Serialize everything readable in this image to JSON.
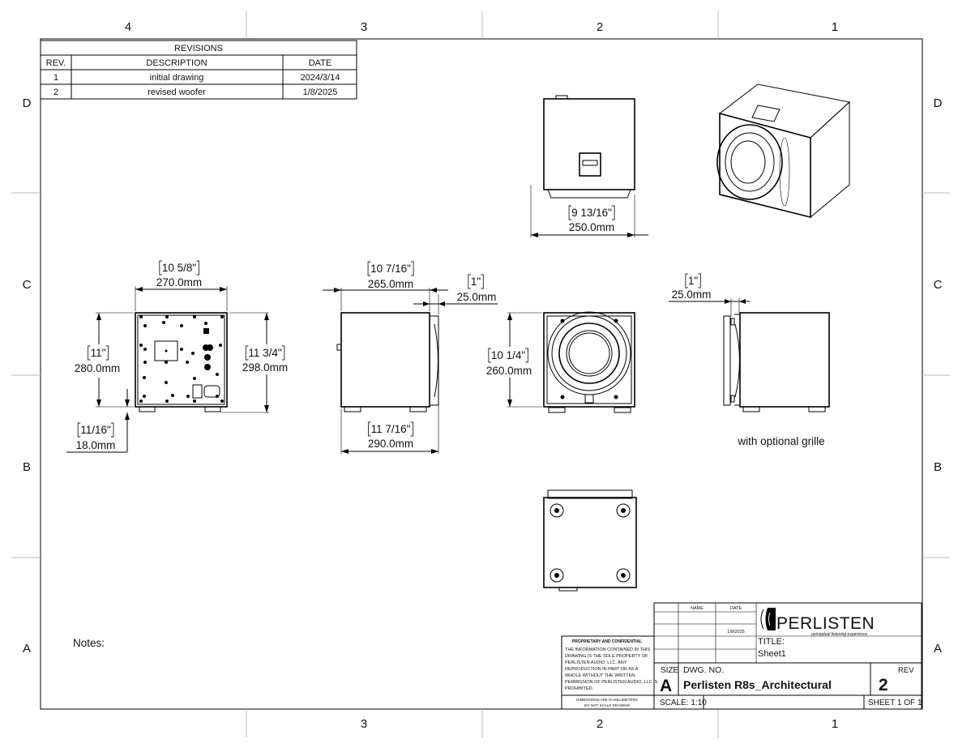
{
  "zones": {
    "top": [
      "4",
      "3",
      "2",
      "1"
    ],
    "bottom": [
      "3",
      "2",
      "1"
    ],
    "rows": [
      "D",
      "C",
      "B",
      "A"
    ]
  },
  "revisions": {
    "title": "REVISIONS",
    "headers": [
      "REV.",
      "DESCRIPTION",
      "DATE"
    ],
    "rows": [
      {
        "rev": "1",
        "description": "initial drawing",
        "date": "2024/3/14"
      },
      {
        "rev": "2",
        "description": "revised woofer",
        "date": "1/8/2025"
      }
    ]
  },
  "dimensions": {
    "top_view_width": {
      "inch": "9 13/16\"",
      "mm": "250.0mm"
    },
    "rear_width": {
      "inch": "10 5/8\"",
      "mm": "270.0mm"
    },
    "rear_height": {
      "inch": "11\"",
      "mm": "280.0mm"
    },
    "overall_height": {
      "inch": "11 3/4\"",
      "mm": "298.0mm"
    },
    "foot_height": {
      "inch": "11/16\"",
      "mm": "18.0mm"
    },
    "side_depth": {
      "inch": "10 7/16\"",
      "mm": "265.0mm"
    },
    "side_overall_depth": {
      "inch": "11 7/16\"",
      "mm": "290.0mm"
    },
    "woofer_protrusion": {
      "inch": "1\"",
      "mm": "25.0mm"
    },
    "front_height": {
      "inch": "10 1/4\"",
      "mm": "260.0mm"
    },
    "grille_protrusion": {
      "inch": "1\"",
      "mm": "25.0mm"
    }
  },
  "caption": "with optional grille",
  "notes_label": "Notes:",
  "title_block": {
    "name_header": "NAME",
    "date_header": "DATE",
    "date_value": "1/8/2025",
    "logo_text": "PERLISTEN",
    "logo_tagline": "perceptual listening experience",
    "title_label": "TITLE:",
    "title_value": "Sheet1",
    "size_label": "SIZE",
    "size_value": "A",
    "dwg_label": "DWG.  NO.",
    "dwg_value": "Perlisten R8s_Architectural",
    "rev_label": "REV",
    "rev_value": "2",
    "scale": "SCALE: 1:10",
    "sheet": "SHEET 1 OF 1",
    "proprietary_title": "PROPRIETARY AND CONFIDENTIAL",
    "proprietary_lines": [
      "THE INFORMATION CONTAINED IN THIS",
      "DRAWING IS THE SOLE PROPERTY OF",
      "PERLISTEN AUDIO, LLC.  ANY",
      "REPRODUCTION IN PART OR AS A",
      "WHOLE WITHOUT THE WRITTEN",
      "PERMISSION OF PERLISTEN AUDIO, LLC IS",
      "PROHIBITED."
    ],
    "units_note": [
      "DIMENSIONS ARE IN MILLIMETERS",
      "DO NOT SCALE DRAWING"
    ]
  }
}
